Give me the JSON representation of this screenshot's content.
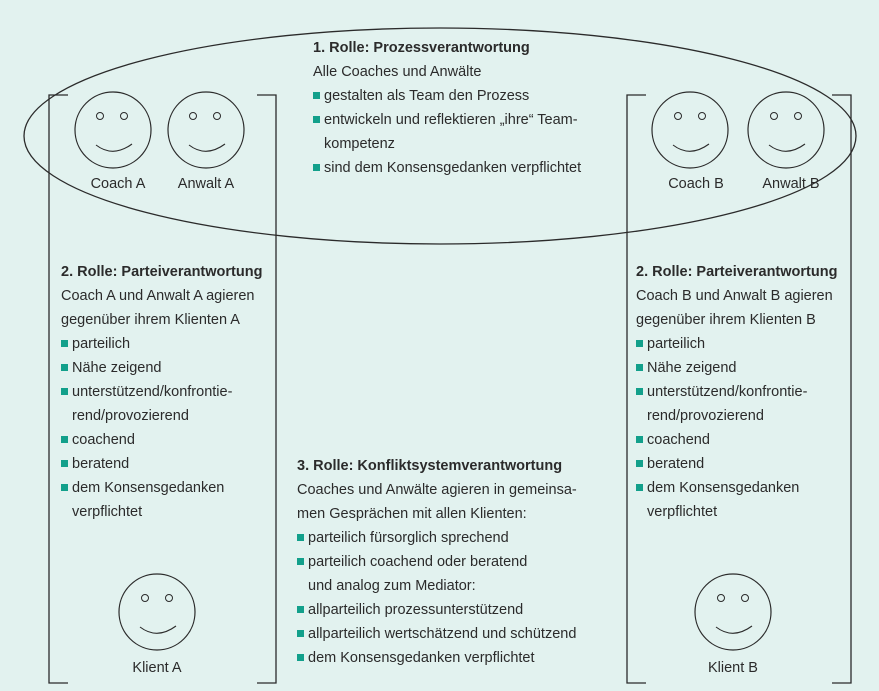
{
  "colors": {
    "background": "#e2f2ef",
    "bullet": "#12a08b",
    "line": "#2b2b2b"
  },
  "role1": {
    "title": "1. Rolle: Prozessverantwortung",
    "intro": "Alle Coaches und Anwälte",
    "items": [
      [
        "gestalten als Team den Prozess"
      ],
      [
        "entwickeln und reflektieren „ihre“ Team-",
        "kompetenz"
      ],
      [
        "sind dem Konsensgedanken verpflichtet"
      ]
    ]
  },
  "party_a": {
    "coach_label": "Coach A",
    "lawyer_label": "Anwalt A",
    "title": "2. Rolle: Parteiverantwortung",
    "intro": [
      "Coach A und Anwalt A agieren",
      "gegenüber ihrem Klienten A"
    ],
    "items": [
      [
        "parteilich"
      ],
      [
        "Nähe zeigend"
      ],
      [
        "unterstützend/konfrontie-",
        "rend/provozierend"
      ],
      [
        "coachend"
      ],
      [
        "beratend"
      ],
      [
        "dem Konsensgedanken",
        "verpflichtet"
      ]
    ],
    "client_label": "Klient A"
  },
  "party_b": {
    "coach_label": "Coach B",
    "lawyer_label": "Anwalt B",
    "title": "2. Rolle: Parteiverantwortung",
    "intro": [
      "Coach B und Anwalt B agieren",
      "gegenüber ihrem Klienten B"
    ],
    "items": [
      [
        "parteilich"
      ],
      [
        "Nähe zeigend"
      ],
      [
        "unterstützend/konfrontie-",
        "rend/provozierend"
      ],
      [
        "coachend"
      ],
      [
        "beratend"
      ],
      [
        "dem Konsensgedanken",
        "verpflichtet"
      ]
    ],
    "client_label": "Klient B"
  },
  "role3": {
    "title": "3. Rolle: Konfliktsystemverantwortung",
    "intro": [
      "Coaches und Anwälte agieren in gemeinsa-",
      "men Gesprächen mit allen Klienten:"
    ],
    "items": [
      [
        "parteilich fürsorglich sprechend"
      ],
      [
        "parteilich coachend oder beratend",
        "und analog zum Mediator:"
      ],
      [
        "allparteilich prozessunterstützend"
      ],
      [
        "allparteilich wertschätzend und schützend"
      ],
      [
        "dem Konsensgedanken verpflichtet"
      ]
    ]
  }
}
